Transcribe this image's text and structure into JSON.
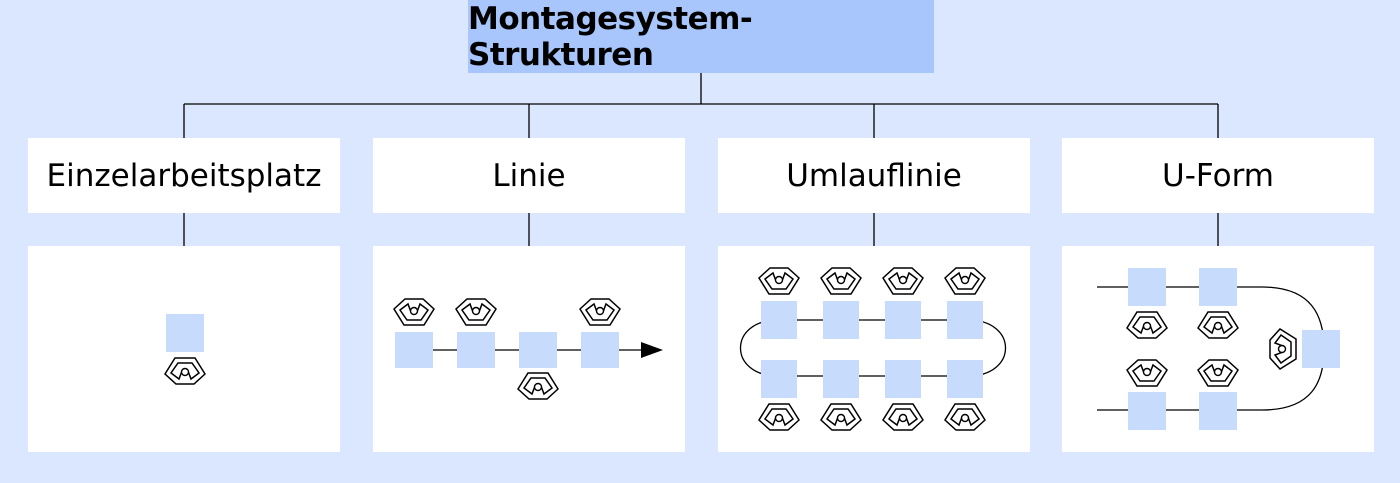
{
  "title": "Montagesystem-Strukturen",
  "structures": [
    {
      "label": "Einzelarbeitsplatz"
    },
    {
      "label": "Linie"
    },
    {
      "label": "Umlauflinie"
    },
    {
      "label": "U-Form"
    }
  ],
  "colors": {
    "background": "#dbe7fe",
    "title_box": "#a8c6fb",
    "station": "#c7dbfd",
    "line": "#000000"
  },
  "icons": {
    "worker": "worker-icon",
    "station": "workstation-icon",
    "arrow": "flow-arrow-icon"
  }
}
